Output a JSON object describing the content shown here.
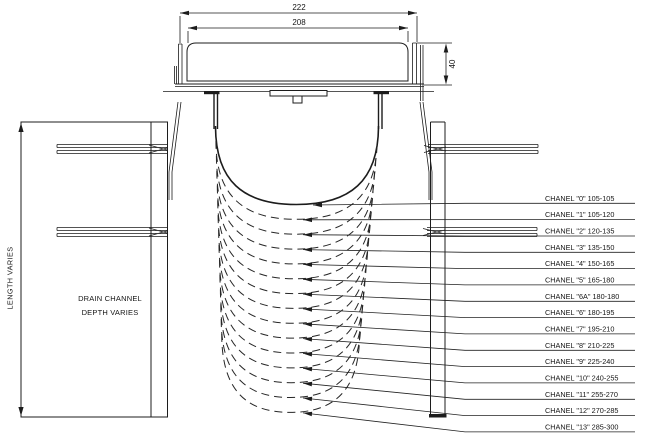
{
  "drawing": {
    "dimensions": {
      "outer_width": "222",
      "inner_width": "208",
      "grate_height": "40"
    },
    "annotations": {
      "length": "LENGTH VARIES",
      "depth_line1": "DRAIN CHANNEL",
      "depth_line2": "DEPTH VARIES"
    },
    "channels": [
      {
        "label": "CHANEL \"0\" 105-105"
      },
      {
        "label": "CHANEL \"1\" 105-120"
      },
      {
        "label": "CHANEL \"2\" 120-135"
      },
      {
        "label": "CHANEL \"3\" 135-150"
      },
      {
        "label": "CHANEL \"4\" 150-165"
      },
      {
        "label": "CHANEL \"5\" 165-180"
      },
      {
        "label": "CHANEL \"6A\" 180-180"
      },
      {
        "label": "CHANEL \"6\" 180-195"
      },
      {
        "label": "CHANEL \"7\" 195-210"
      },
      {
        "label": "CHANEL \"8\" 210-225"
      },
      {
        "label": "CHANEL \"9\" 225-240"
      },
      {
        "label": "CHANEL \"10\" 240-255"
      },
      {
        "label": "CHANEL \"11\" 255-270"
      },
      {
        "label": "CHANEL \"12\" 270-285"
      },
      {
        "label": "CHANEL \"13\" 285-300"
      }
    ]
  }
}
